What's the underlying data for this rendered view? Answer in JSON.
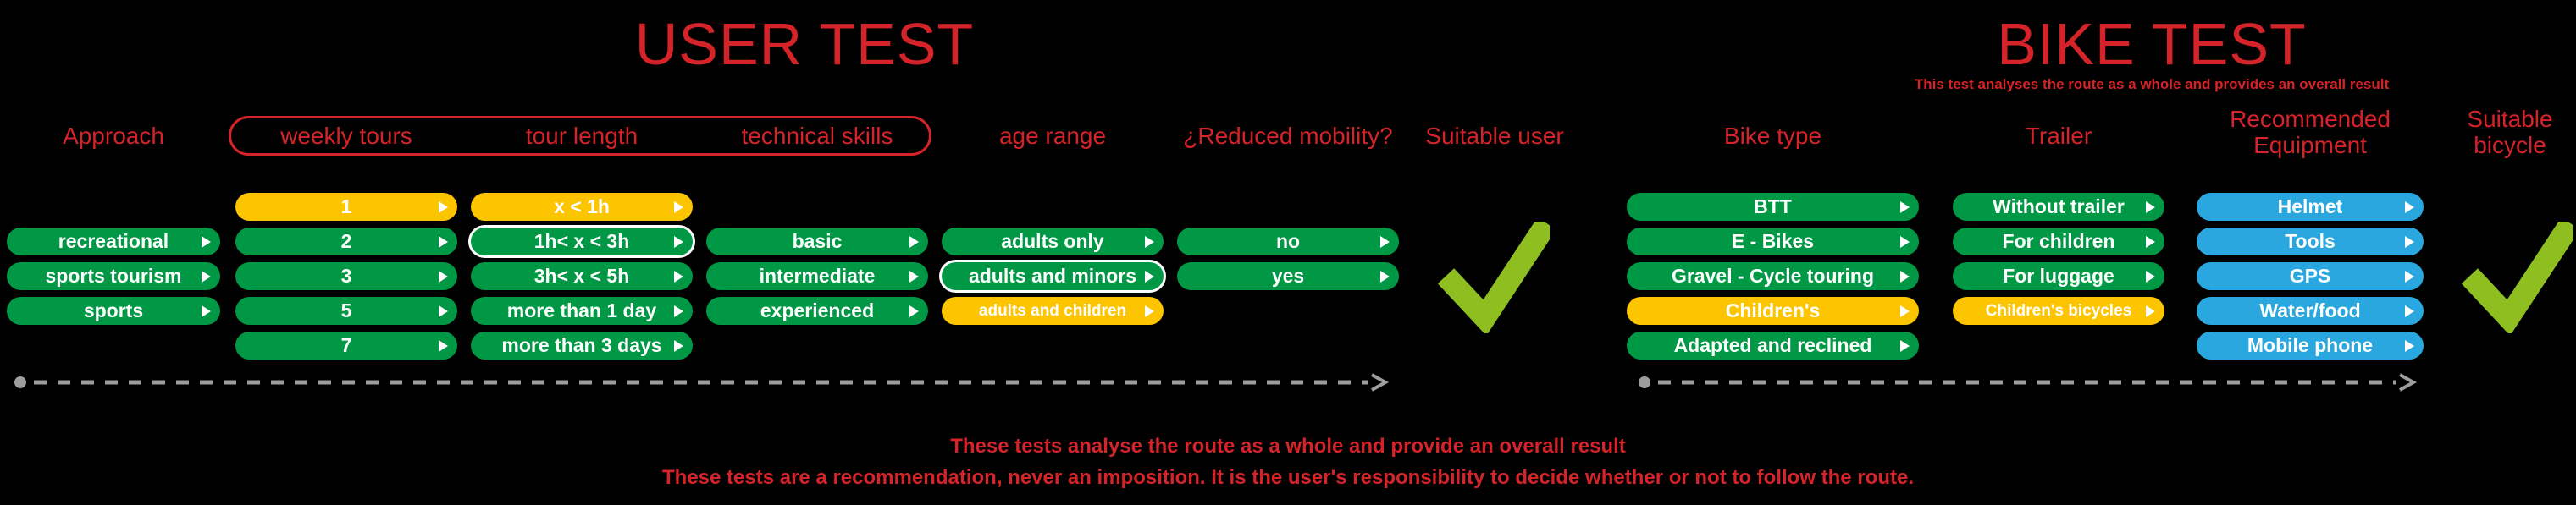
{
  "colors": {
    "background": "#000000",
    "red": "#d5232a",
    "green": "#009845",
    "yellow": "#fdc500",
    "blue": "#29a7de",
    "check_green": "#8fbe21",
    "dash_gray": "#9d9d9d",
    "pill_text": "#ffffff"
  },
  "user_test": {
    "title": "USER TEST",
    "columns": {
      "approach": {
        "header": "Approach",
        "pills": [
          {
            "row": 1,
            "label": "recreational",
            "color": "green"
          },
          {
            "row": 2,
            "label": "sports tourism",
            "color": "green"
          },
          {
            "row": 3,
            "label": "sports",
            "color": "green"
          }
        ]
      },
      "weekly_tours": {
        "header": "weekly tours",
        "pills": [
          {
            "row": 0,
            "label": "1",
            "color": "yellow"
          },
          {
            "row": 1,
            "label": "2",
            "color": "green"
          },
          {
            "row": 2,
            "label": "3",
            "color": "green"
          },
          {
            "row": 3,
            "label": "5",
            "color": "green"
          },
          {
            "row": 4,
            "label": "7",
            "color": "green"
          }
        ]
      },
      "tour_length": {
        "header": "tour length",
        "pills": [
          {
            "row": 0,
            "label": "x < 1h",
            "color": "yellow"
          },
          {
            "row": 1,
            "label": "1h< x < 3h",
            "color": "green",
            "selected": true
          },
          {
            "row": 2,
            "label": "3h< x < 5h",
            "color": "green"
          },
          {
            "row": 3,
            "label": "more than 1 day",
            "color": "green"
          },
          {
            "row": 4,
            "label": "more than 3 days",
            "color": "green"
          }
        ]
      },
      "technical_skills": {
        "header": "technical skills",
        "pills": [
          {
            "row": 1,
            "label": "basic",
            "color": "green"
          },
          {
            "row": 2,
            "label": "intermediate",
            "color": "green"
          },
          {
            "row": 3,
            "label": "experienced",
            "color": "green"
          }
        ]
      },
      "age_range": {
        "header": "age range",
        "pills": [
          {
            "row": 1,
            "label": "adults only",
            "color": "green"
          },
          {
            "row": 2,
            "label": "adults and minors",
            "color": "green",
            "selected": true
          },
          {
            "row": 3,
            "label": "adults and children",
            "color": "yellow",
            "small": true
          }
        ]
      },
      "reduced_mobility": {
        "header": "¿Reduced mobility?",
        "pills": [
          {
            "row": 1,
            "label": "no",
            "color": "green"
          },
          {
            "row": 2,
            "label": "yes",
            "color": "green"
          }
        ]
      }
    },
    "result_header": "Suitable user",
    "result": "pass"
  },
  "bike_test": {
    "title": "BIKE TEST",
    "subtitle": "This test analyses the route as a whole and provides an overall result",
    "columns": {
      "bike_type": {
        "header": "Bike type",
        "pills": [
          {
            "row": 0,
            "label": "BTT",
            "color": "green"
          },
          {
            "row": 1,
            "label": "E - Bikes",
            "color": "green"
          },
          {
            "row": 2,
            "label": "Gravel - Cycle touring",
            "color": "green"
          },
          {
            "row": 3,
            "label": "Children's",
            "color": "yellow"
          },
          {
            "row": 4,
            "label": "Adapted and reclined",
            "color": "green"
          }
        ]
      },
      "trailer": {
        "header": "Trailer",
        "pills": [
          {
            "row": 0,
            "label": "Without trailer",
            "color": "green"
          },
          {
            "row": 1,
            "label": "For children",
            "color": "green"
          },
          {
            "row": 2,
            "label": "For luggage",
            "color": "green"
          },
          {
            "row": 3,
            "label": "Children's bicycles",
            "color": "yellow",
            "small": true
          }
        ]
      },
      "equipment": {
        "header": "Recommended Equipment",
        "pills": [
          {
            "row": 0,
            "label": "Helmet",
            "color": "blue"
          },
          {
            "row": 1,
            "label": "Tools",
            "color": "blue"
          },
          {
            "row": 2,
            "label": "GPS",
            "color": "blue"
          },
          {
            "row": 3,
            "label": "Water/food",
            "color": "blue"
          },
          {
            "row": 4,
            "label": "Mobile phone",
            "color": "blue"
          }
        ]
      }
    },
    "result_header": "Suitable bicycle",
    "result": "pass"
  },
  "footer": {
    "line1": "These tests analyse the route as a whole and provide an overall result",
    "line2": "These tests are a recommendation, never an imposition. It is the user's responsibility to decide whether or not to follow the route."
  }
}
